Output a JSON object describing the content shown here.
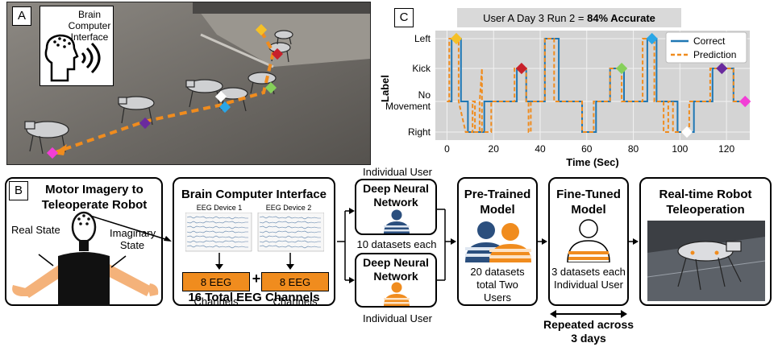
{
  "panel_a": {
    "letter": "A",
    "bci_label": "Brain Computer Interface"
  },
  "panel_b": {
    "letter": "B",
    "title": "Motor Imagery to Teleoperate Robot",
    "real_state": "Real State",
    "imaginary_state": "Imaginary State"
  },
  "panel_c": {
    "letter": "C",
    "chart_data": {
      "type": "line",
      "title": "User A Day 3 Run 2 = 84% Accurate",
      "title_plain": "User A Day 3 Run 2 = ",
      "title_bold": "84% Accurate",
      "xlabel": "Time (Sec)",
      "ylabel": "Label",
      "x_ticks": [
        "0",
        "20",
        "40",
        "60",
        "80",
        "100",
        "120"
      ],
      "xlim": [
        -5,
        130
      ],
      "categories": [
        "Right",
        "No Movement",
        "Kick",
        "Left"
      ],
      "y_tick_labels": [
        "Right",
        "No",
        "Movement",
        "Kick",
        "Left"
      ],
      "grid": true,
      "legend": "top-right",
      "series": [
        {
          "name": "Correct",
          "color": "#1f77b4",
          "points": [
            [
              0,
              1
            ],
            [
              2,
              1
            ],
            [
              2,
              3
            ],
            [
              6,
              3
            ],
            [
              6,
              1
            ],
            [
              9,
              1
            ],
            [
              9,
              0
            ],
            [
              16,
              0
            ],
            [
              16,
              1
            ],
            [
              20,
              1
            ],
            [
              20,
              1
            ],
            [
              30,
              1
            ],
            [
              30,
              2
            ],
            [
              34,
              2
            ],
            [
              34,
              1
            ],
            [
              39,
              1
            ],
            [
              39,
              1
            ],
            [
              42,
              1
            ],
            [
              42,
              3
            ],
            [
              48,
              3
            ],
            [
              48,
              1
            ],
            [
              51,
              1
            ],
            [
              51,
              1
            ],
            [
              58,
              1
            ],
            [
              58,
              0
            ],
            [
              64,
              0
            ],
            [
              64,
              1
            ],
            [
              70,
              1
            ],
            [
              70,
              2
            ],
            [
              76,
              2
            ],
            [
              76,
              1
            ],
            [
              80,
              1
            ],
            [
              80,
              1
            ],
            [
              86,
              1
            ],
            [
              86,
              3
            ],
            [
              90,
              3
            ],
            [
              90,
              1
            ],
            [
              95,
              1
            ],
            [
              95,
              1
            ],
            [
              99,
              1
            ],
            [
              99,
              0
            ],
            [
              106,
              0
            ],
            [
              106,
              1
            ],
            [
              109,
              1
            ],
            [
              109,
              1
            ],
            [
              114,
              1
            ],
            [
              114,
              2
            ],
            [
              123,
              2
            ],
            [
              123,
              1
            ],
            [
              128,
              1
            ]
          ]
        },
        {
          "name": "Prediction",
          "color": "#f08c1e",
          "points": [
            [
              0,
              1
            ],
            [
              1,
              1
            ],
            [
              1,
              3
            ],
            [
              5,
              3
            ],
            [
              5,
              1
            ],
            [
              8,
              0
            ],
            [
              11,
              0
            ],
            [
              11,
              1
            ],
            [
              12,
              1
            ],
            [
              12,
              0
            ],
            [
              14,
              0
            ],
            [
              14,
              1
            ],
            [
              15,
              2
            ],
            [
              15,
              0
            ],
            [
              19,
              0
            ],
            [
              19,
              1
            ],
            [
              26,
              1
            ],
            [
              26,
              1
            ],
            [
              29,
              1
            ],
            [
              29,
              2
            ],
            [
              34,
              2
            ],
            [
              34,
              1
            ],
            [
              35,
              1
            ],
            [
              35,
              0
            ],
            [
              36,
              0
            ],
            [
              36,
              1
            ],
            [
              42,
              1
            ],
            [
              42,
              3
            ],
            [
              46,
              3
            ],
            [
              46,
              1
            ],
            [
              51,
              1
            ],
            [
              51,
              1
            ],
            [
              58,
              1
            ],
            [
              58,
              0
            ],
            [
              63,
              0
            ],
            [
              63,
              1
            ],
            [
              67,
              1
            ],
            [
              67,
              1
            ],
            [
              70,
              1
            ],
            [
              70,
              2
            ],
            [
              75,
              2
            ],
            [
              75,
              1
            ],
            [
              80,
              1
            ],
            [
              80,
              1
            ],
            [
              84,
              1
            ],
            [
              84,
              3
            ],
            [
              89,
              3
            ],
            [
              89,
              1
            ],
            [
              93,
              1
            ],
            [
              93,
              0
            ],
            [
              95,
              0
            ],
            [
              95,
              1
            ],
            [
              97,
              1
            ],
            [
              97,
              0
            ],
            [
              104,
              0
            ],
            [
              104,
              1
            ],
            [
              108,
              1
            ],
            [
              108,
              1
            ],
            [
              113,
              1
            ],
            [
              113,
              2
            ],
            [
              123,
              2
            ],
            [
              123,
              1
            ],
            [
              128,
              1
            ]
          ]
        }
      ],
      "markers": [
        {
          "x": 4,
          "y": 3,
          "color": "#f5c026"
        },
        {
          "x": 32,
          "y": 2,
          "color": "#c8202a"
        },
        {
          "x": 75,
          "y": 2,
          "color": "#86d05a"
        },
        {
          "x": 88,
          "y": 3,
          "color": "#2aa6e6"
        },
        {
          "x": 103,
          "y": 0,
          "color": "#ffffff"
        },
        {
          "x": 118,
          "y": 2,
          "color": "#6a2a9e"
        },
        {
          "x": 128,
          "y": 1,
          "color": "#f23ed6"
        }
      ]
    }
  },
  "bci": {
    "title": "Brain Computer Interface",
    "device1": "EEG Device 1",
    "device2": "EEG Device 2",
    "ch1": "8 EEG Channels",
    "ch2": "8 EEG Channels",
    "plus": "+",
    "total": "16 Total EEG Channels"
  },
  "dnn": {
    "individual_user_top": "Individual User",
    "title": "Deep Neural Network",
    "datasets_each": "10 datasets each",
    "individual_user_bottom": "Individual User"
  },
  "pretrained": {
    "title": "Pre-Trained Model",
    "desc": "20 datasets total Two Users"
  },
  "finetuned": {
    "title": "Fine-Tuned Model",
    "desc": "3 datasets each Individual User",
    "repeated": "Repeated across 3 days"
  },
  "teleop": {
    "title": "Real-time Robot Teleoperation"
  },
  "colors": {
    "orange": "#f08c1e",
    "blue": "#1f77b4",
    "navy": "#2b4f7e",
    "skin": "#f4b27a"
  }
}
